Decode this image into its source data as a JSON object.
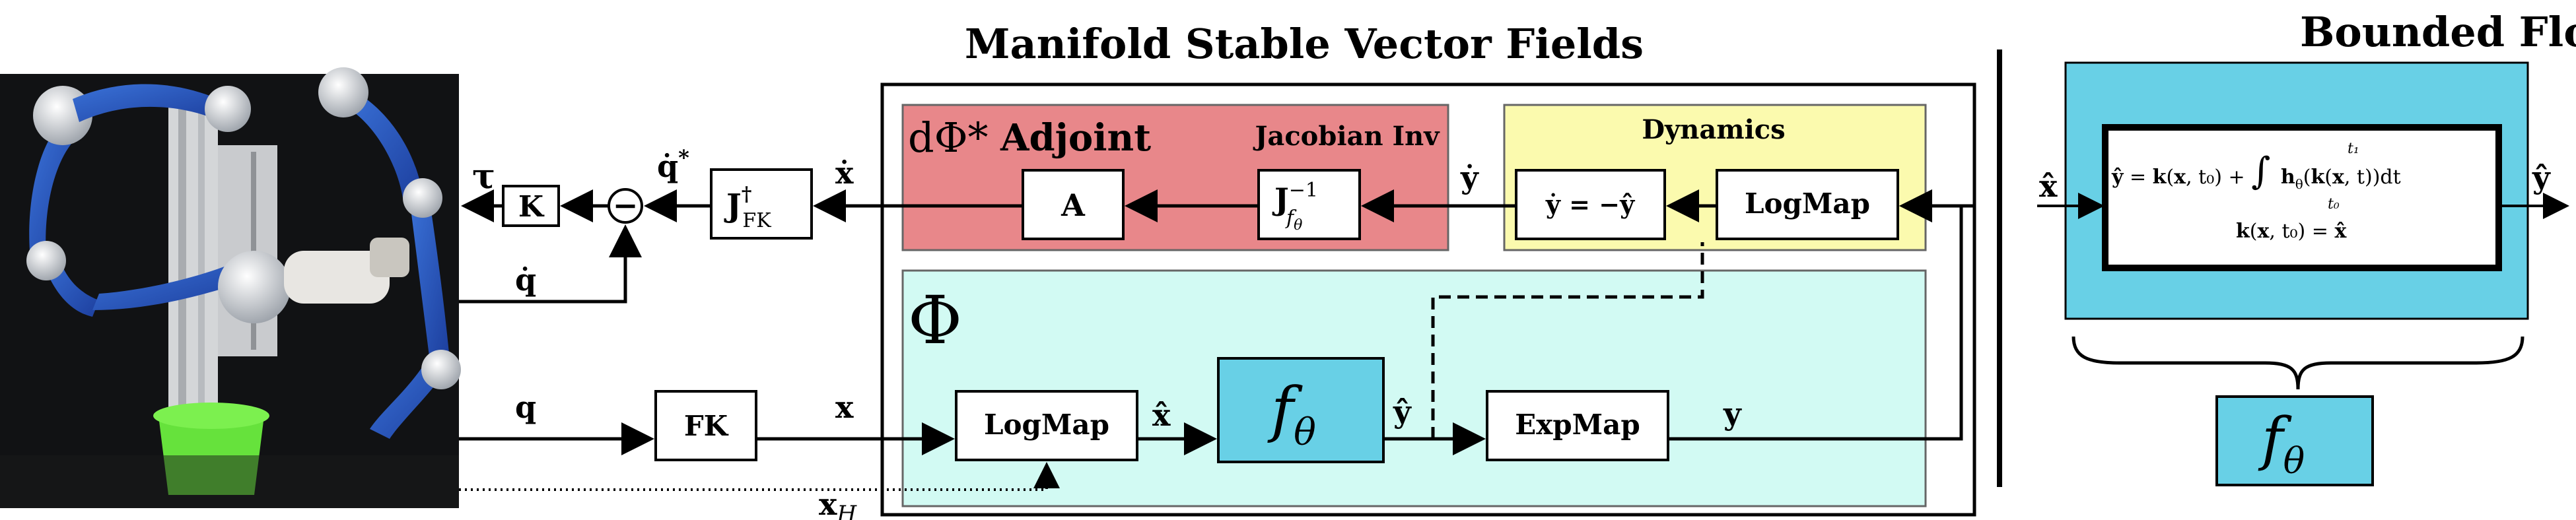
{
  "titles": {
    "main": "Manifold Stable Vector Fields",
    "right": "Bounded Flow"
  },
  "panels": {
    "adjoint": {
      "prefix": "dΦ*",
      "title": "Adjoint",
      "subtitle": "Jacobian Inv"
    },
    "dynamics": {
      "title": "Dynamics"
    },
    "phi": {
      "symbol": "Φ"
    }
  },
  "blocks": {
    "K": "K",
    "minus": "−",
    "jfk": {
      "base": "J",
      "sup": "†",
      "sub": "FK"
    },
    "A": "A",
    "jinv": {
      "base": "J",
      "sup": "−1",
      "sub": "f",
      "subsub": "θ"
    },
    "dyn_eq": "ẏ = −ŷ",
    "logmap_top": "LogMap",
    "fk": "FK",
    "logmap_bottom": "LogMap",
    "f_theta": {
      "base": "f",
      "sub": "θ"
    },
    "expmap": "ExpMap",
    "f_theta_right": {
      "base": "f",
      "sub": "θ"
    }
  },
  "signals": {
    "tau": "τ",
    "qdot_star": {
      "base": "q̇",
      "sup": "*"
    },
    "xdot": "ẋ",
    "ydot": "ẏ",
    "qdot": "q̇",
    "q": "q",
    "x": "x",
    "xhat": "x̂",
    "yhat": "ŷ",
    "y": "y",
    "xH": {
      "base": "x",
      "sub": "H"
    }
  },
  "bounded_flow": {
    "input": "x̂",
    "output": "ŷ",
    "eq1": "ŷ = k(x, t₀) + ∫ h_θ(k(x, t))dt",
    "int_upper": "t₁",
    "int_lower": "t₀",
    "eq2": "k(x, t₀) = x̂"
  },
  "colors": {
    "adjoint_fill": "#e8878a",
    "dynamics_fill": "#fbfaae",
    "phi_fill": "#d2faf3",
    "f_theta_fill": "#68d0e6",
    "bounded_flow_fill": "#68d0e6"
  },
  "photo": {
    "description_icon": "robot-arm-photo"
  }
}
